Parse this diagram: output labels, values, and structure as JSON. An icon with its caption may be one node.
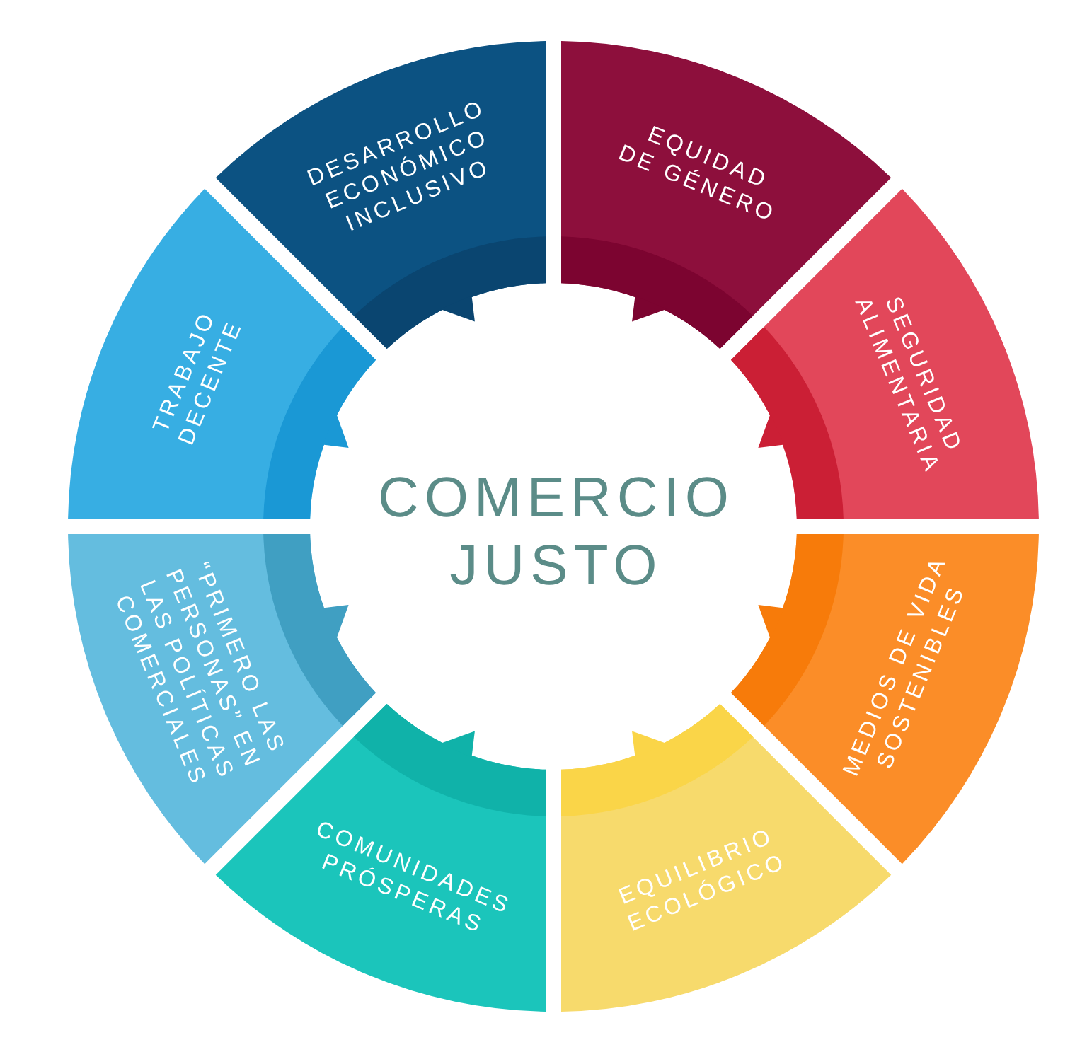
{
  "diagram": {
    "title": "COMERCIO JUSTO",
    "nodes": [
      {
        "text": [
          "DESARROLLO ECONÓMICO INCLUSIVO"
        ]
      },
      {
        "text": [
          "EQUIDAD DE GÉNERO"
        ]
      },
      {
        "text": [
          "SEGURIDAD ALIMENTARIA"
        ]
      },
      {
        "text": [
          "MEDIOS DE VIDA SOSTENIBLES"
        ]
      },
      {
        "text": [
          "EQUILIBRIO ECOLÓGICO"
        ]
      },
      {
        "text": [
          "COMUNIDADES PRÓSPERAS"
        ]
      },
      {
        "text": [
          "“PRIMERO LAS PERSONAS” EN LAS POLÍTICAS COMERCIALES"
        ]
      },
      {
        "text": [
          "TRABAJO DECENTE"
        ]
      }
    ]
  }
}
